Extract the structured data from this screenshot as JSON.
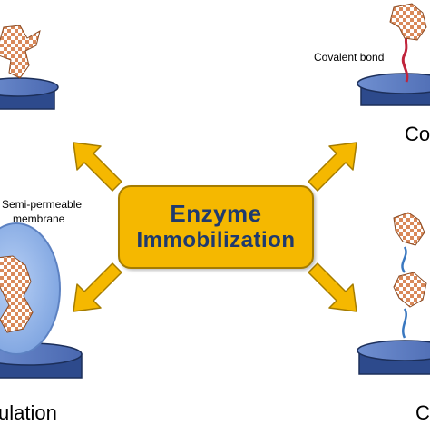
{
  "center": {
    "line1": "Enzyme",
    "line2": "Immobilization"
  },
  "labels": {
    "covalent_bond": "Covalent bond",
    "co_fragment": "Co",
    "semi_permeable_1": "Semi-permeable",
    "semi_permeable_2": "membrane",
    "encapsulation_fragment": "ulation",
    "bottom_right_fragment": "C"
  },
  "colors": {
    "center_fill": "#f5b800",
    "center_text": "#1f3a6e",
    "arrow": "#f5b800",
    "support": "#3e5fa6",
    "enzyme": "#d9895a",
    "capsule": "#8ab0e8",
    "bond": "#c0243c"
  }
}
